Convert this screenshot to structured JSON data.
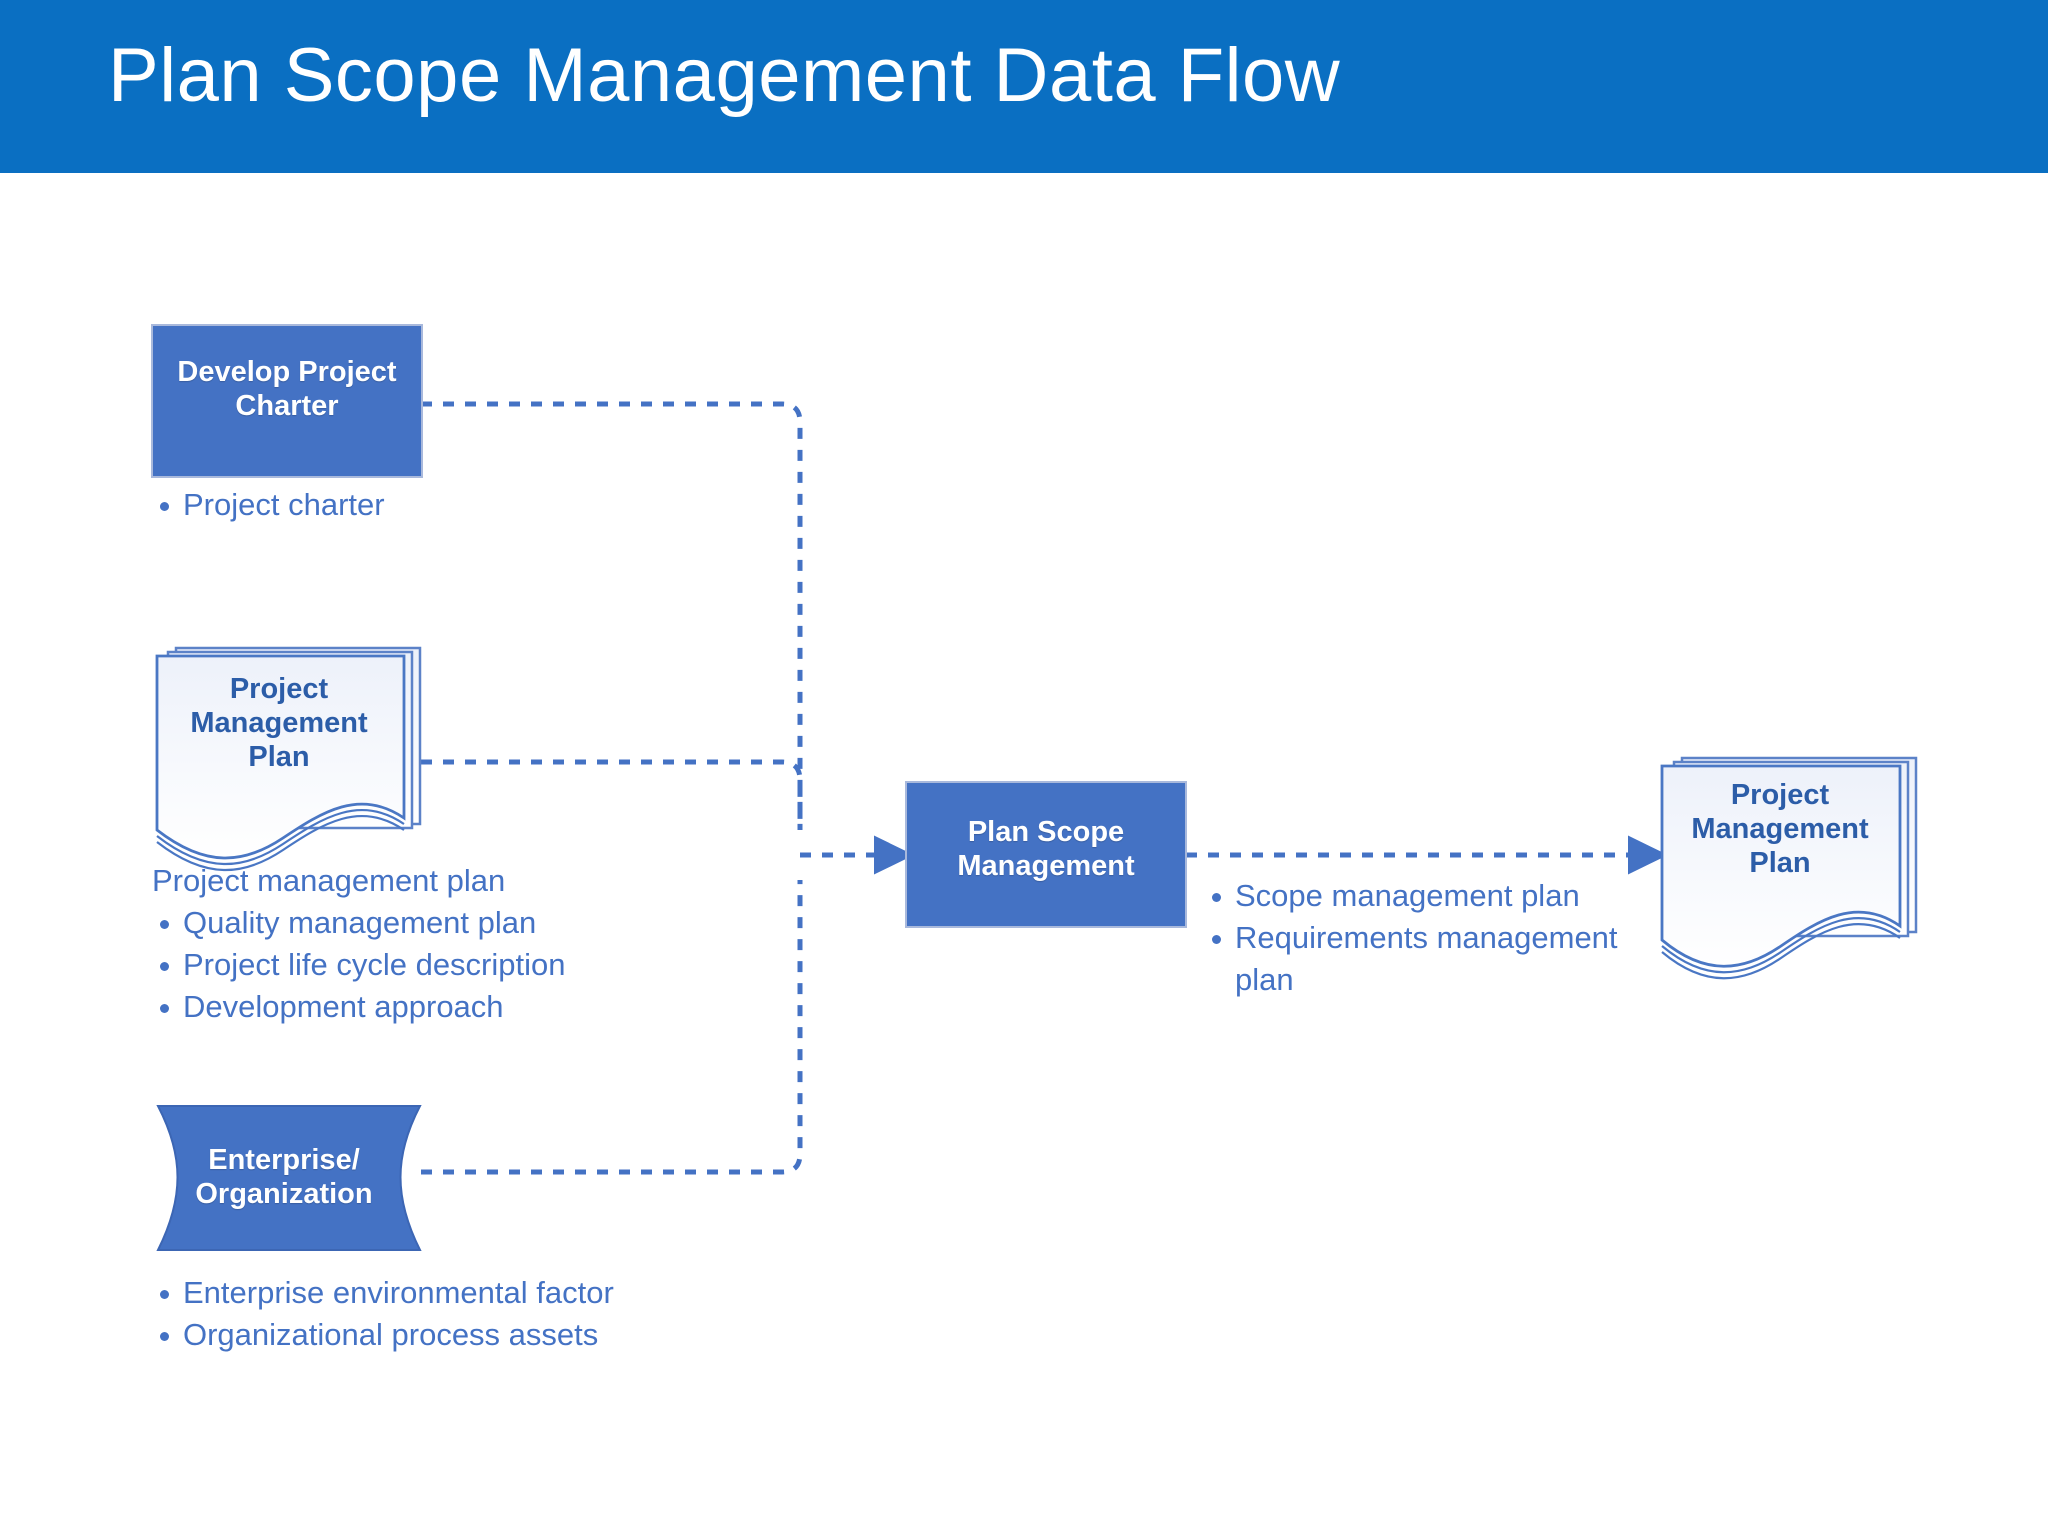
{
  "header": {
    "title": "Plan Scope Management Data Flow",
    "bar_color": "#0A6FC2",
    "title_color": "#FFFFFF"
  },
  "theme": {
    "process_fill": "#4472C4",
    "process_text": "#FFFFFF",
    "document_fill": "#F2F5FB",
    "document_stroke": "#4A77C4",
    "document_text": "#2C5DA8",
    "body_text": "#4472C4",
    "connector_color": "#4472C4"
  },
  "nodes": {
    "develop_project_charter": {
      "label_line1": "Develop Project",
      "label_line2": "Charter",
      "shape": "process-rectangle"
    },
    "project_management_plan_input": {
      "label_line1": "Project",
      "label_line2": "Management",
      "label_line3": "Plan",
      "shape": "multi-document"
    },
    "enterprise_organization": {
      "label_line1": "Enterprise/",
      "label_line2": "Organization",
      "shape": "curved-data"
    },
    "plan_scope_management": {
      "label_line1": "Plan Scope",
      "label_line2": "Management",
      "shape": "process-rectangle"
    },
    "project_management_plan_output": {
      "label_line1": "Project",
      "label_line2": "Management",
      "label_line3": "Plan",
      "shape": "multi-document"
    }
  },
  "lists": {
    "develop_project_charter_outputs": {
      "items": [
        "Project charter"
      ]
    },
    "project_management_plan_inputs": {
      "heading": "Project management plan",
      "items": [
        "Quality management plan",
        "Project life cycle description",
        "Development approach"
      ]
    },
    "enterprise_organization_inputs": {
      "items": [
        "Enterprise environmental factor",
        "Organizational process assets"
      ]
    },
    "plan_scope_management_outputs": {
      "items": [
        "Scope management plan",
        "Requirements management plan"
      ]
    }
  },
  "connectors": [
    {
      "name": "charter-to-process",
      "from": "develop_project_charter",
      "to": "plan_scope_management",
      "style": "dashed"
    },
    {
      "name": "pm-plan-to-process",
      "from": "project_management_plan_input",
      "to": "plan_scope_management",
      "style": "dashed"
    },
    {
      "name": "enterprise-to-process",
      "from": "enterprise_organization",
      "to": "plan_scope_management",
      "style": "dashed"
    },
    {
      "name": "process-to-pm-plan",
      "from": "plan_scope_management",
      "to": "project_management_plan_output",
      "style": "dashed"
    }
  ]
}
